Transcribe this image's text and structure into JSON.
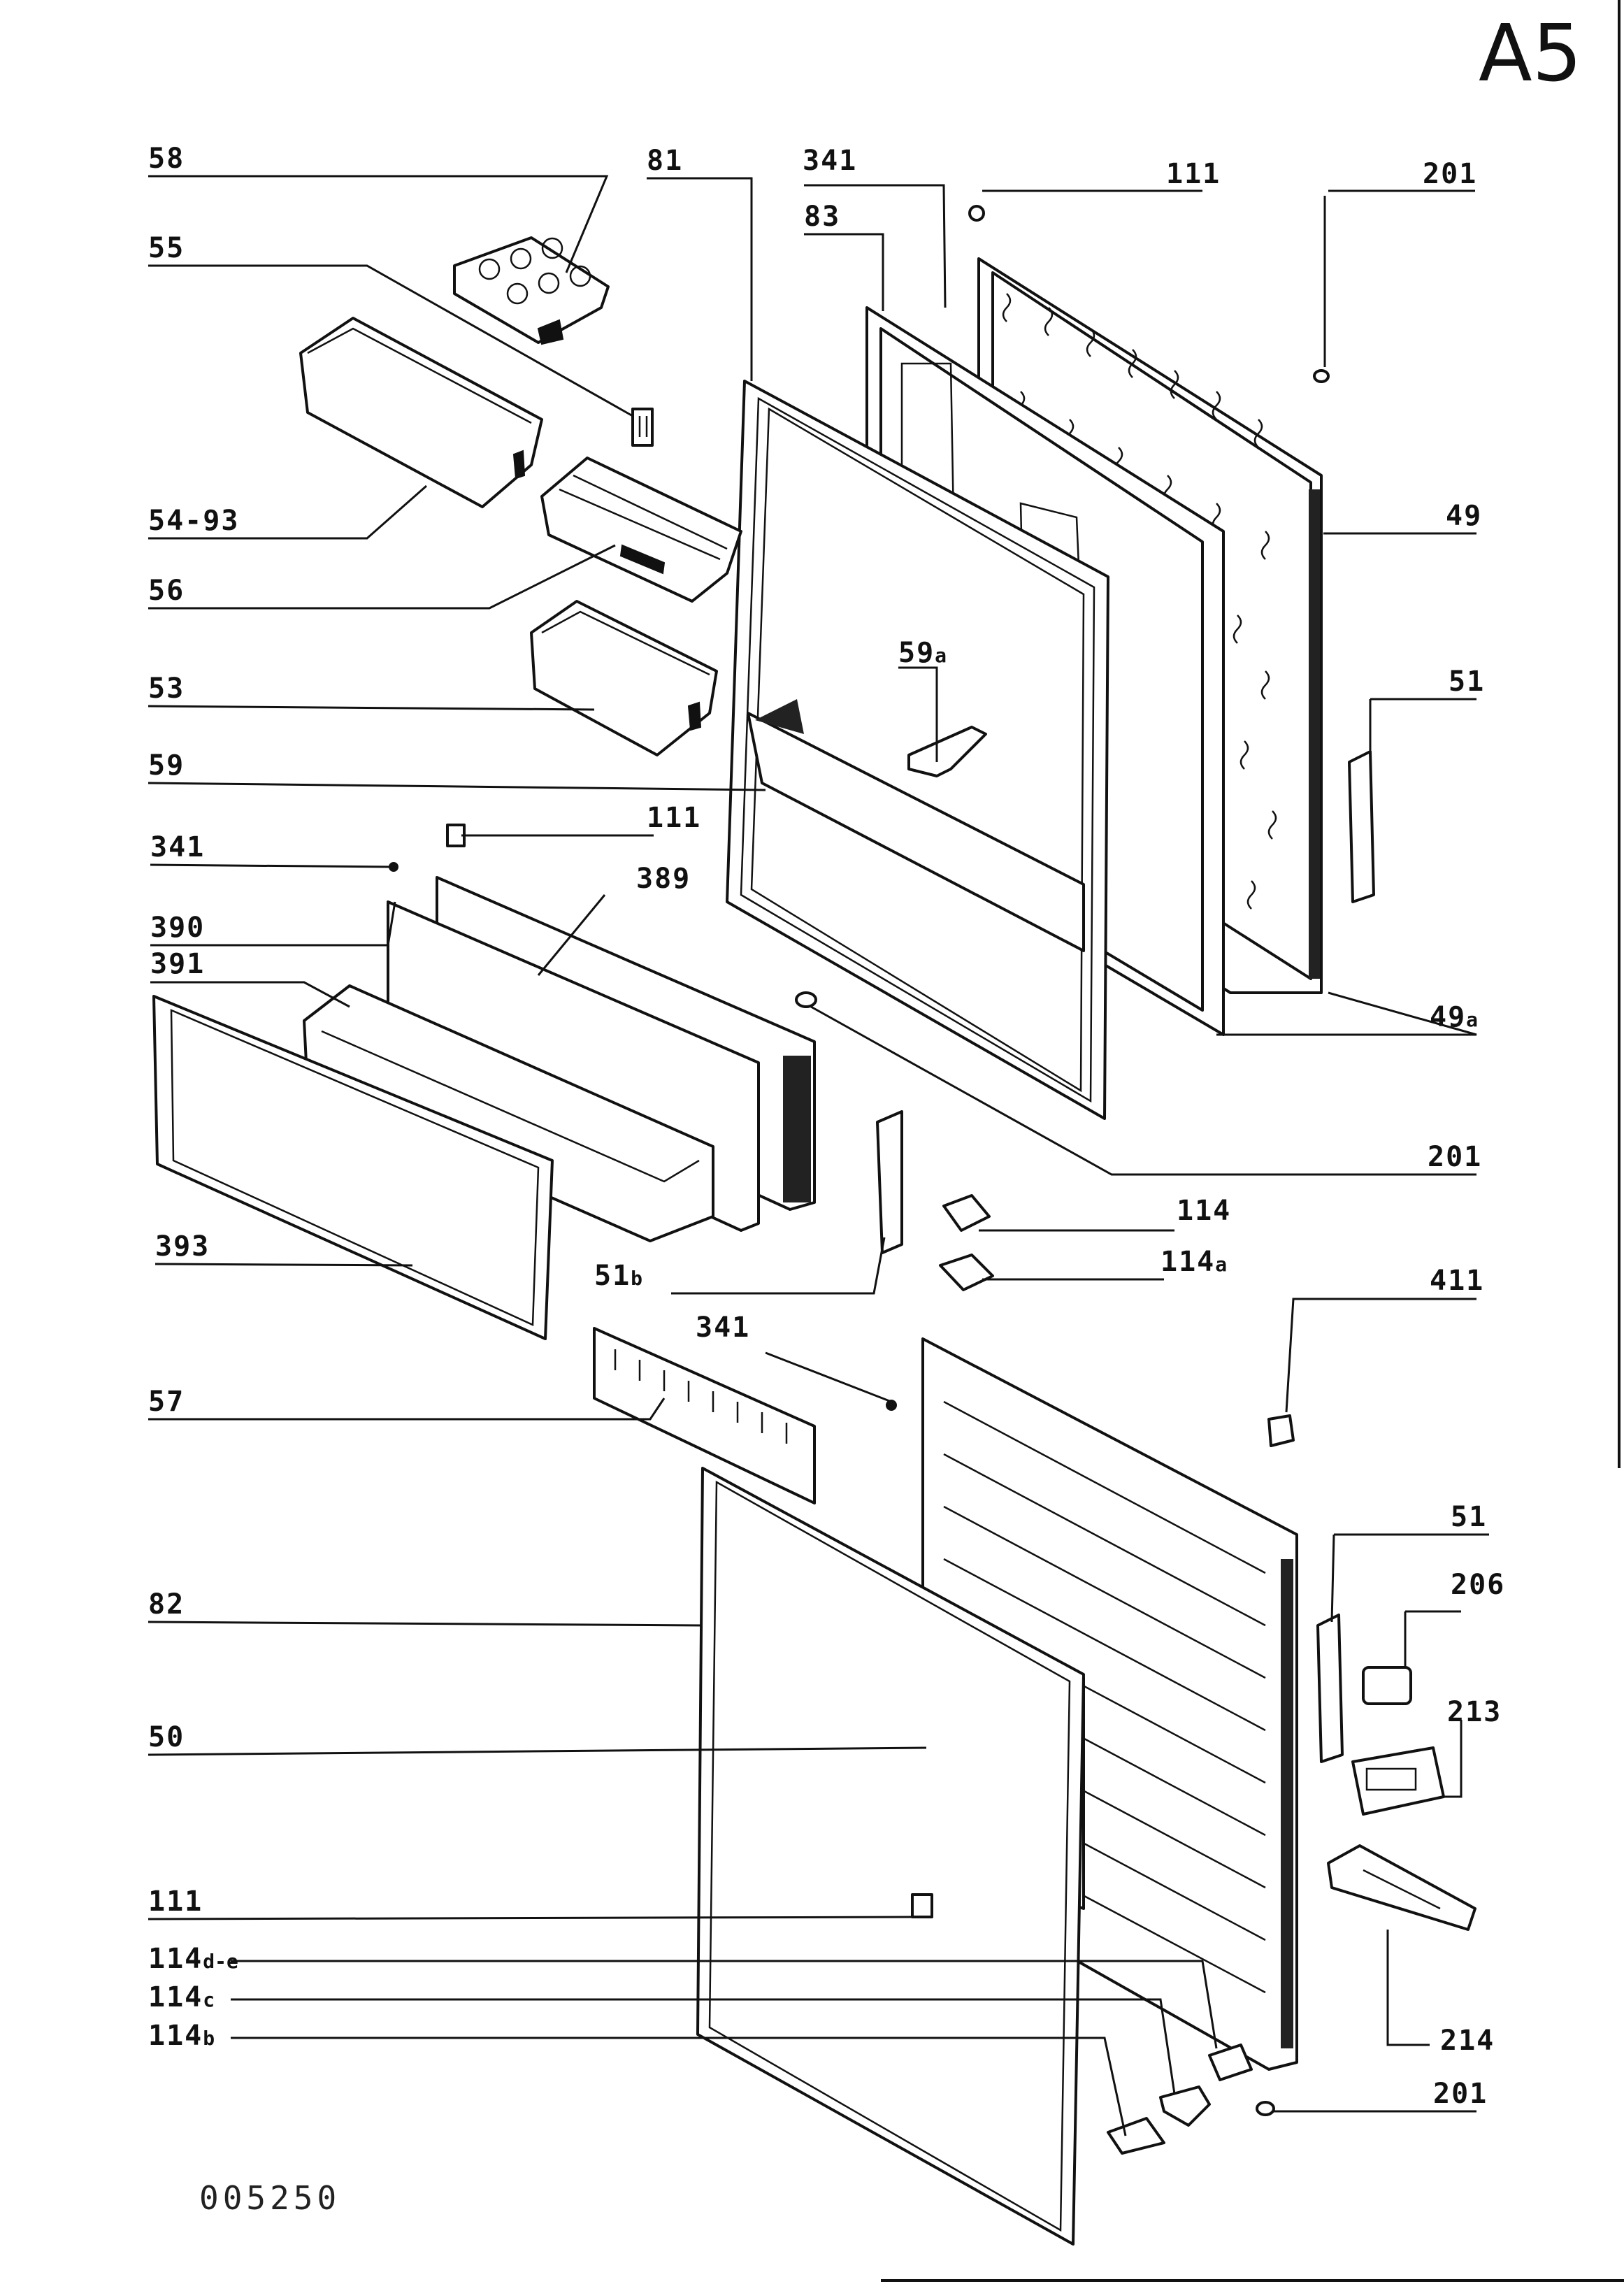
{
  "sheet": {
    "title": "A5",
    "document_number": "005250"
  },
  "callouts": {
    "c58": "58",
    "c55": "55",
    "c54_93": "54-93",
    "c56": "56",
    "c53": "53",
    "c59": "59",
    "c59a": {
      "main": "59",
      "sub": "a"
    },
    "c81": "81",
    "c341_top": "341",
    "c83": "83",
    "c111_top": "111",
    "c201_top": "201",
    "c49": "49",
    "c51_top": "51",
    "c49a": {
      "main": "49",
      "sub": "a"
    },
    "c341_mid": "341",
    "c111_mid": "111",
    "c389": "389",
    "c390": "390",
    "c391": "391",
    "c201_mid": "201",
    "c114": "114",
    "c114a": {
      "main": "114",
      "sub": "a"
    },
    "c393": "393",
    "c51b": {
      "main": "51",
      "sub": "b"
    },
    "c411": "411",
    "c341_low": "341",
    "c57": "57",
    "c51_low": "51",
    "c206": "206",
    "c82": "82",
    "c213": "213",
    "c50": "50",
    "c214": "214",
    "c111_low": "111",
    "c114de": {
      "main": "114",
      "sub": "d-e"
    },
    "c114c": {
      "main": "114",
      "sub": "c"
    },
    "c114b": {
      "main": "114",
      "sub": "b"
    },
    "c201_low": "201"
  }
}
